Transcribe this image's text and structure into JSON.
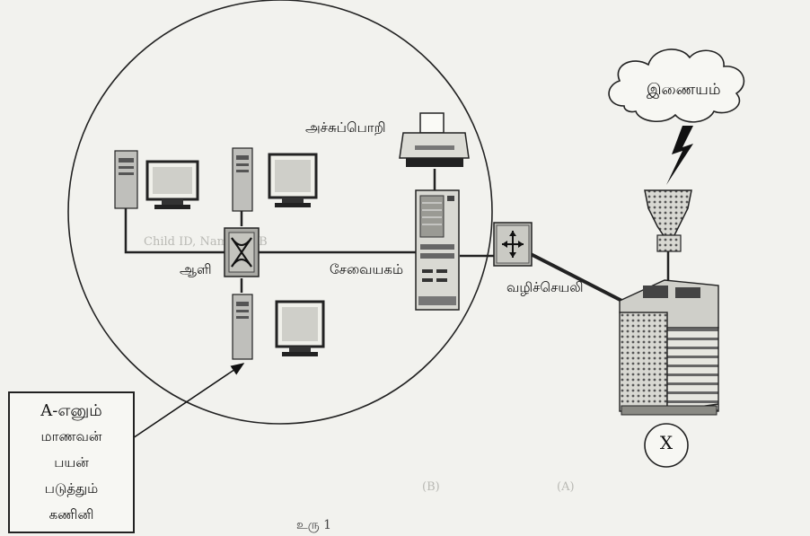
{
  "labels": {
    "printer": "அச்சுப்பொறி",
    "switch": "ஆளி",
    "server": "சேவையகம்",
    "router": "வழிச்செயலி",
    "internet": "இணையம்",
    "x_marker": "X"
  },
  "student_box": {
    "lines": [
      "A-எனும்",
      "மாணவன்",
      "பயன்",
      "படுத்தும்",
      "கணினி"
    ]
  },
  "caption": "உரு 1",
  "faint_background_text": [
    "Child ID, Name, DoB",
    "(B)",
    "(A)"
  ],
  "icons": {
    "workstations": [
      "computer-icon",
      "computer-icon",
      "computer-icon"
    ],
    "switch": "switch-icon",
    "printer": "printer-icon",
    "server": "server-icon",
    "router": "router-icon",
    "firewall": "firewall-icon",
    "isp_server": "server-rack-icon",
    "internet": "cloud-icon",
    "link": "lightning-icon"
  }
}
